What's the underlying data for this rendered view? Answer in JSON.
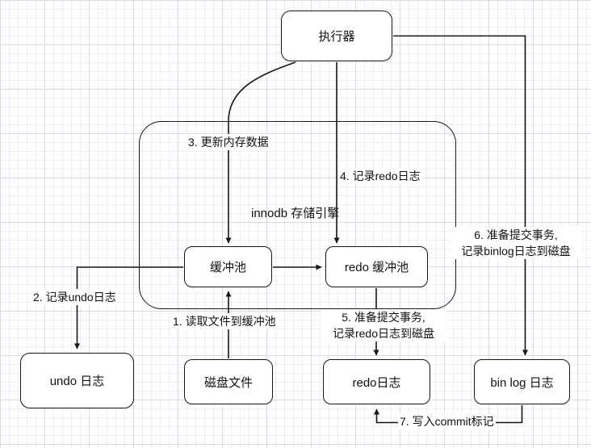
{
  "canvas": {
    "background": "#ffffff",
    "stroke_color": "#161616",
    "grid_minor_color": "#eaeef5",
    "grid_major_color": "#d6dde9"
  },
  "nodes": {
    "executor": "执行器",
    "innodb_engine": "innodb 存储引擎",
    "buffer_pool": "缓冲池",
    "redo_buffer_pool": "redo 缓冲池",
    "undo_log": "undo 日志",
    "disk_file": "磁盘文件",
    "redo_log": "redo日志",
    "binlog": "bin log 日志"
  },
  "edge_labels": {
    "step1": "1. 读取文件到缓冲池",
    "step2": "2. 记录undo日志",
    "step3": "3. 更新内存数据",
    "step4": "4. 记录redo日志",
    "step5_line1": "5. 准备提交事务,",
    "step5_line2": "记录redo日志到磁盘",
    "step6_line1": "6. 准备提交事务,",
    "step6_line2": "记录binlog日志到磁盘",
    "step7": "7. 写入commit标记"
  }
}
